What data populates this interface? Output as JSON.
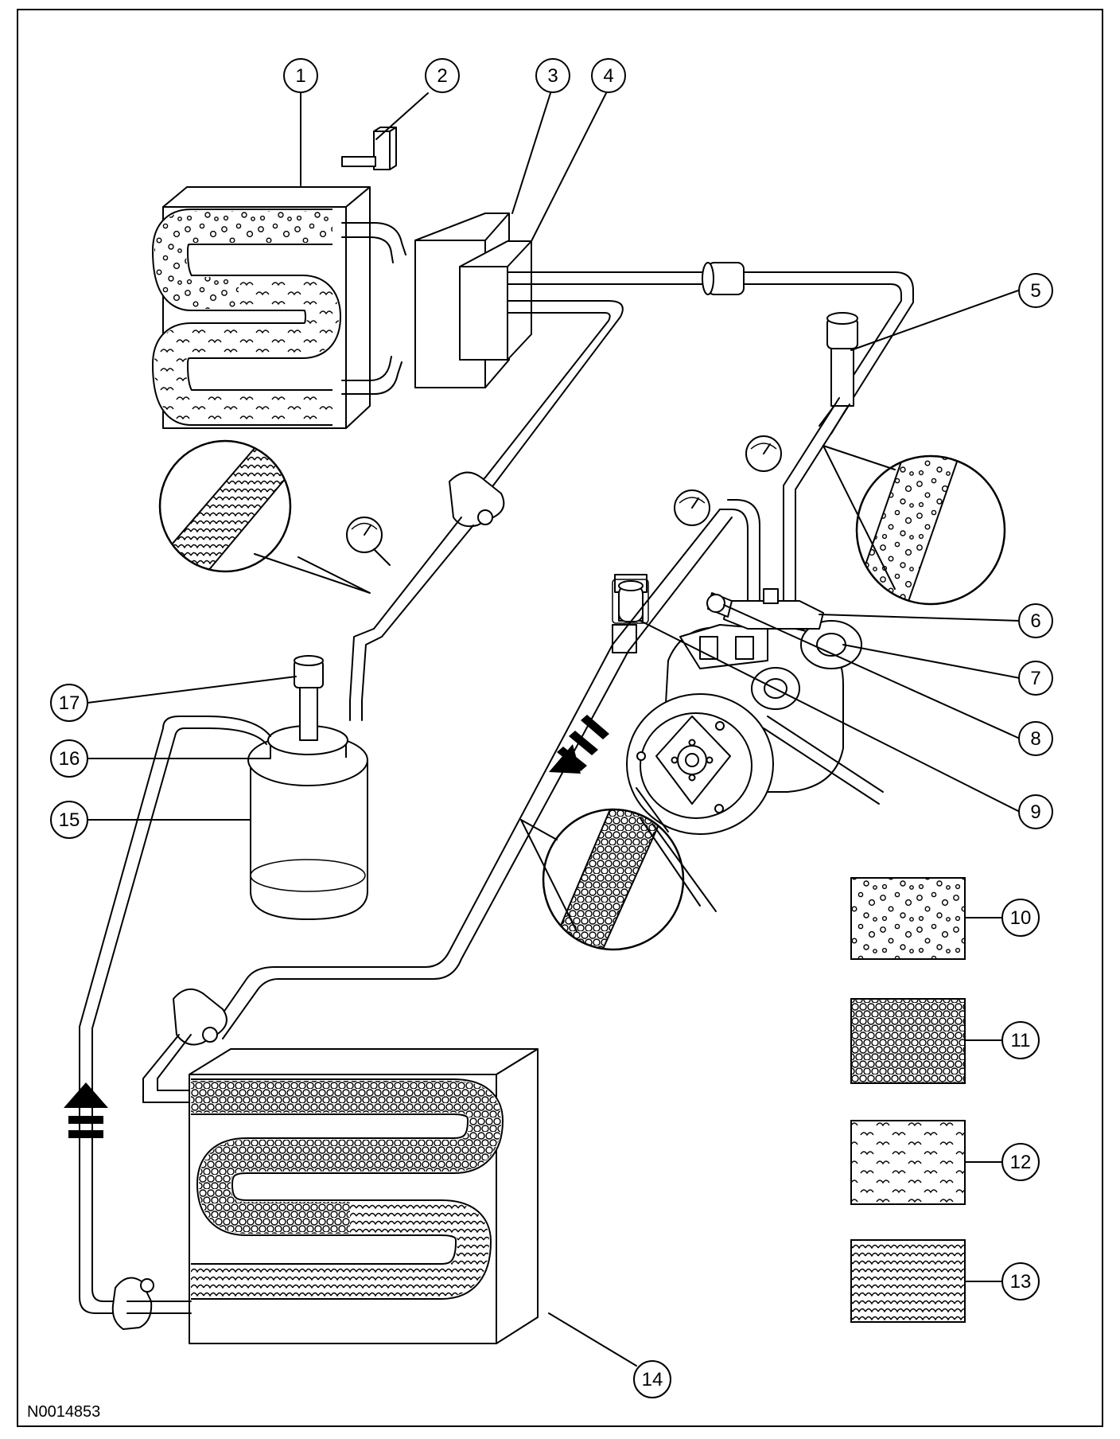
{
  "figure_id": "N0014853",
  "callouts": [
    {
      "id": "c1",
      "label": "1"
    },
    {
      "id": "c2",
      "label": "2"
    },
    {
      "id": "c3",
      "label": "3"
    },
    {
      "id": "c4",
      "label": "4"
    },
    {
      "id": "c5",
      "label": "5"
    },
    {
      "id": "c6",
      "label": "6"
    },
    {
      "id": "c7",
      "label": "7"
    },
    {
      "id": "c8",
      "label": "8"
    },
    {
      "id": "c9",
      "label": "9"
    },
    {
      "id": "c10",
      "label": "10"
    },
    {
      "id": "c11",
      "label": "11"
    },
    {
      "id": "c12",
      "label": "12"
    },
    {
      "id": "c13",
      "label": "13"
    },
    {
      "id": "c14",
      "label": "14"
    },
    {
      "id": "c15",
      "label": "15"
    },
    {
      "id": "c16",
      "label": "16"
    },
    {
      "id": "c17",
      "label": "17"
    }
  ],
  "legend_patterns": [
    {
      "callout": "10",
      "pattern": "sparse-bubbles"
    },
    {
      "callout": "11",
      "pattern": "dense-bubbles"
    },
    {
      "callout": "12",
      "pattern": "sparse-waves"
    },
    {
      "callout": "13",
      "pattern": "dense-waves"
    }
  ],
  "colors": {
    "line": "#000000",
    "background": "#ffffff"
  }
}
